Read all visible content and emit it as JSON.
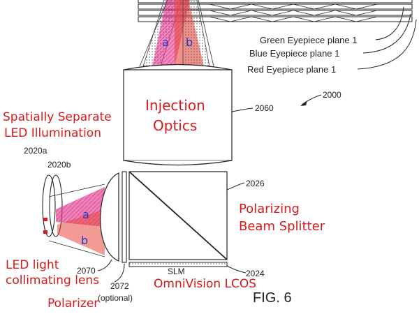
{
  "figure": {
    "caption": "FIG. 6",
    "main_ref": "2000",
    "colors": {
      "annotation_red": "#d7191c",
      "beam_pink": "#e0308a",
      "beam_red": "#e8493c",
      "beam_letter_blue": "#1f3fbf",
      "line_black": "#222222"
    }
  },
  "eyepiece_planes": {
    "green": "Green Eyepiece plane 1",
    "blue": "Blue Eyepiece plane 1",
    "red": "Red Eyepiece plane 1"
  },
  "beams": {
    "a": "a",
    "b": "b"
  },
  "injection_optics": {
    "label_line1": "Injection",
    "label_line2": "Optics",
    "ref": "2060"
  },
  "led": {
    "title_line1": "Spatially Separate",
    "title_line2": "LED Illumination",
    "ref_a": "2020a",
    "ref_b": "2020b"
  },
  "collimating_lens": {
    "label_line1": "LED light",
    "label_line2": "collimating lens",
    "ref": "2070"
  },
  "polarizer": {
    "label": "Polarizer",
    "ref": "2072",
    "note": "(optional)"
  },
  "beam_splitter": {
    "label_line1": "Polarizing",
    "label_line2": "Beam Splitter",
    "ref": "2026"
  },
  "slm": {
    "label": "SLM",
    "caption": "OmniVision LCOS",
    "ref": "2024"
  }
}
